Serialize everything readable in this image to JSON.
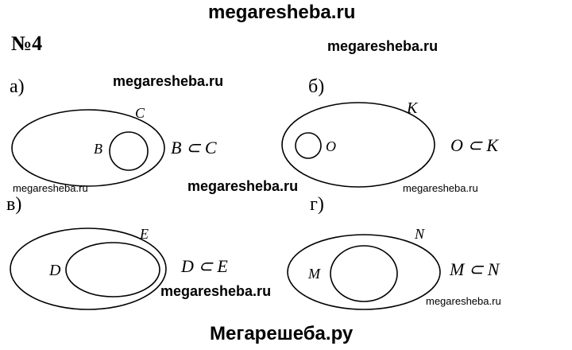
{
  "header_watermark": "megaresheba.ru",
  "problem_number": "№4",
  "watermarks": {
    "top_right": "megaresheba.ru",
    "part_a": "megaresheba.ru",
    "middle": "megaresheba.ru",
    "small_left": "megaresheba.ru",
    "small_right": "megaresheba.ru",
    "bottom_center": "megaresheba.ru",
    "small_bottom_right": "megaresheba.ru"
  },
  "footer": "Мегарешеба.ру",
  "parts": [
    {
      "label": "а)",
      "outer": "C",
      "inner": "B",
      "relation": "B ⊂ C"
    },
    {
      "label": "б)",
      "outer": "K",
      "inner": "O",
      "relation": "O ⊂ K"
    },
    {
      "label": "в)",
      "outer": "E",
      "inner": "D",
      "relation": "D ⊂ E"
    },
    {
      "label": "г)",
      "outer": "N",
      "inner": "M",
      "relation": "M ⊂ N"
    }
  ]
}
